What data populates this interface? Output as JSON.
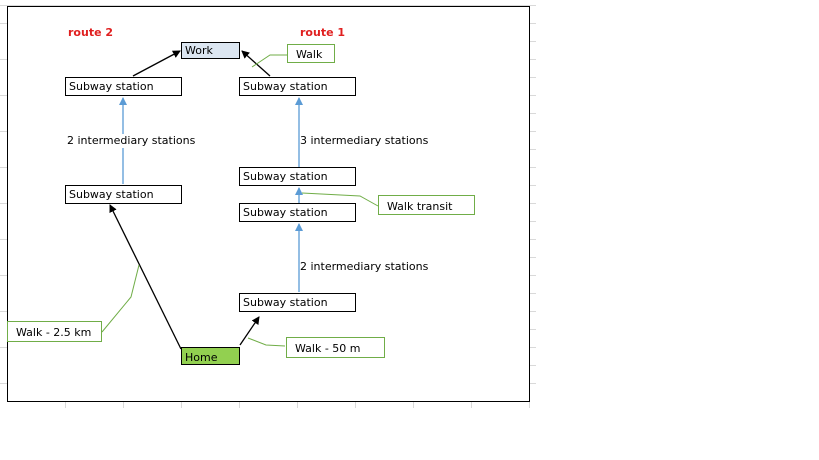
{
  "routes": {
    "route2": "route 2",
    "route1": "route 1"
  },
  "nodes": {
    "work": "Work",
    "home": "Home",
    "r2_top": "Subway station",
    "r2_bottom": "Subway station",
    "r1_top": "Subway station",
    "r1_mid_upper": "Subway station",
    "r1_mid_lower": "Subway station",
    "r1_bottom": "Subway station"
  },
  "edge_labels": {
    "r2_intermediary": "2 intermediary stations",
    "r1_upper_intermediary": "3 intermediary stations",
    "r1_lower_intermediary": "2 intermediary stations"
  },
  "callouts": {
    "walk_work": "Walk",
    "walk_transit": "Walk transit",
    "walk_long": "Walk - 2.5 km",
    "walk_short": "Walk - 50 m"
  },
  "colors": {
    "work_fill": "#dce6f1",
    "home_fill": "#92d050",
    "route_label": "#e02020",
    "callout_border": "#70ad47",
    "transit_arrow": "#5b9bd5",
    "walk_arrow": "#000000"
  }
}
